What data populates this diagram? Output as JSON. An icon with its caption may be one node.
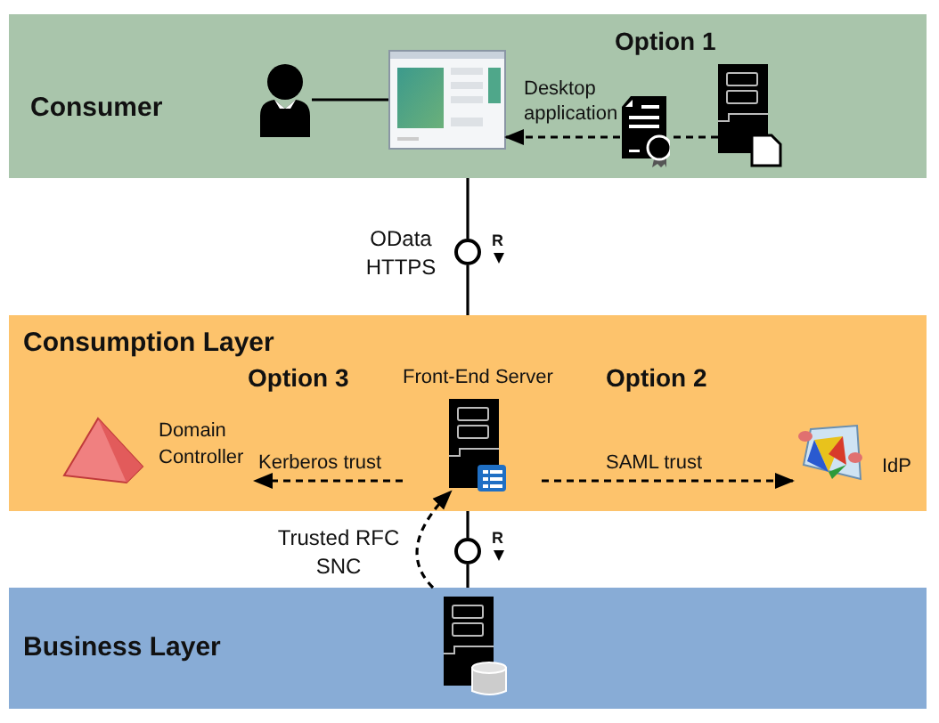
{
  "diagram": {
    "nodes": [
      {
        "text": [
          "Consumer"
        ]
      },
      {
        "text": [],
        "shape": "person",
        "in": 0
      },
      {
        "text": [],
        "shape": "picture",
        "in": 0
      },
      {
        "text": [],
        "shape": "picture",
        "in": 0
      },
      {
        "text": [],
        "shape": "picture",
        "in": 0
      },
      {
        "text": [
          "Consumption Layer"
        ]
      },
      {
        "text": [
          "Front-End Server"
        ],
        "in": 5
      },
      {
        "text": [
          "Domain Controller"
        ],
        "in": 5
      },
      {
        "text": [
          "IdP"
        ],
        "in": 5
      },
      {
        "text": [
          "Business Layer"
        ]
      },
      {
        "text": [],
        "shape": "picture",
        "in": 9
      },
      {
        "text": [],
        "shape": "circle",
        "beside": [
          "OData HTTPS",
          "R"
        ]
      },
      {
        "text": [],
        "shape": "circle",
        "beside": [
          "R"
        ]
      }
    ],
    "edges": [
      {
        "from": 1,
        "to": 2,
        "arrow": "none"
      },
      {
        "from": 4,
        "to": 3,
        "arrow": "none",
        "style": "dashed"
      },
      {
        "from": 3,
        "to": 2,
        "arrow": "to",
        "style": "dashed",
        "label": "Desktop application"
      },
      {
        "from": 0,
        "to": 11,
        "arrow": "none"
      },
      {
        "from": 11,
        "to": 5,
        "arrow": "none"
      },
      {
        "from": 6,
        "to": 7,
        "arrow": "to",
        "style": "dashed",
        "label": "Kerberos trust"
      },
      {
        "from": 6,
        "to": 8,
        "arrow": "to",
        "style": "dashed",
        "label": "SAML trust"
      },
      {
        "from": 5,
        "to": 12,
        "arrow": "none"
      },
      {
        "from": 12,
        "to": 9,
        "arrow": "none"
      },
      {
        "from": 9,
        "to": 6,
        "arrow": "to",
        "style": "dashed",
        "label": "Trusted RFC SNC"
      }
    ],
    "labels": [
      "Option 1",
      "Option 3",
      "Option 2"
    ]
  }
}
